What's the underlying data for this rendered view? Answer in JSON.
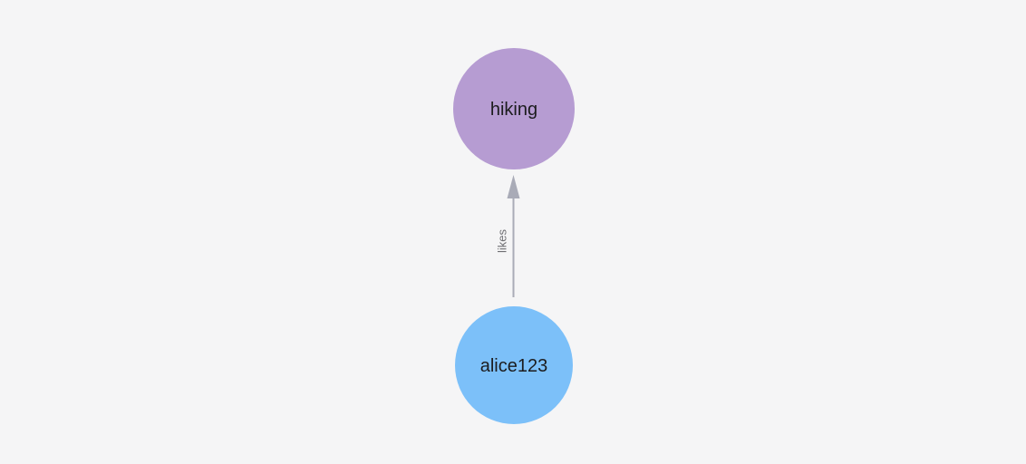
{
  "graph": {
    "nodes": [
      {
        "id": "hiking",
        "label": "hiking"
      },
      {
        "id": "alice123",
        "label": "alice123"
      }
    ],
    "edge": {
      "label": "likes",
      "from": "alice123",
      "to": "hiking",
      "direction": "up"
    }
  },
  "colors": {
    "background": "#f5f5f6",
    "edge_stroke": "#a9abb7",
    "edge_label_text": "#6f6f73",
    "node_label_text": "#1c1c1e",
    "node_hiking_fill": "#b69cd2",
    "node_alice123_fill": "#7cc0f9"
  }
}
